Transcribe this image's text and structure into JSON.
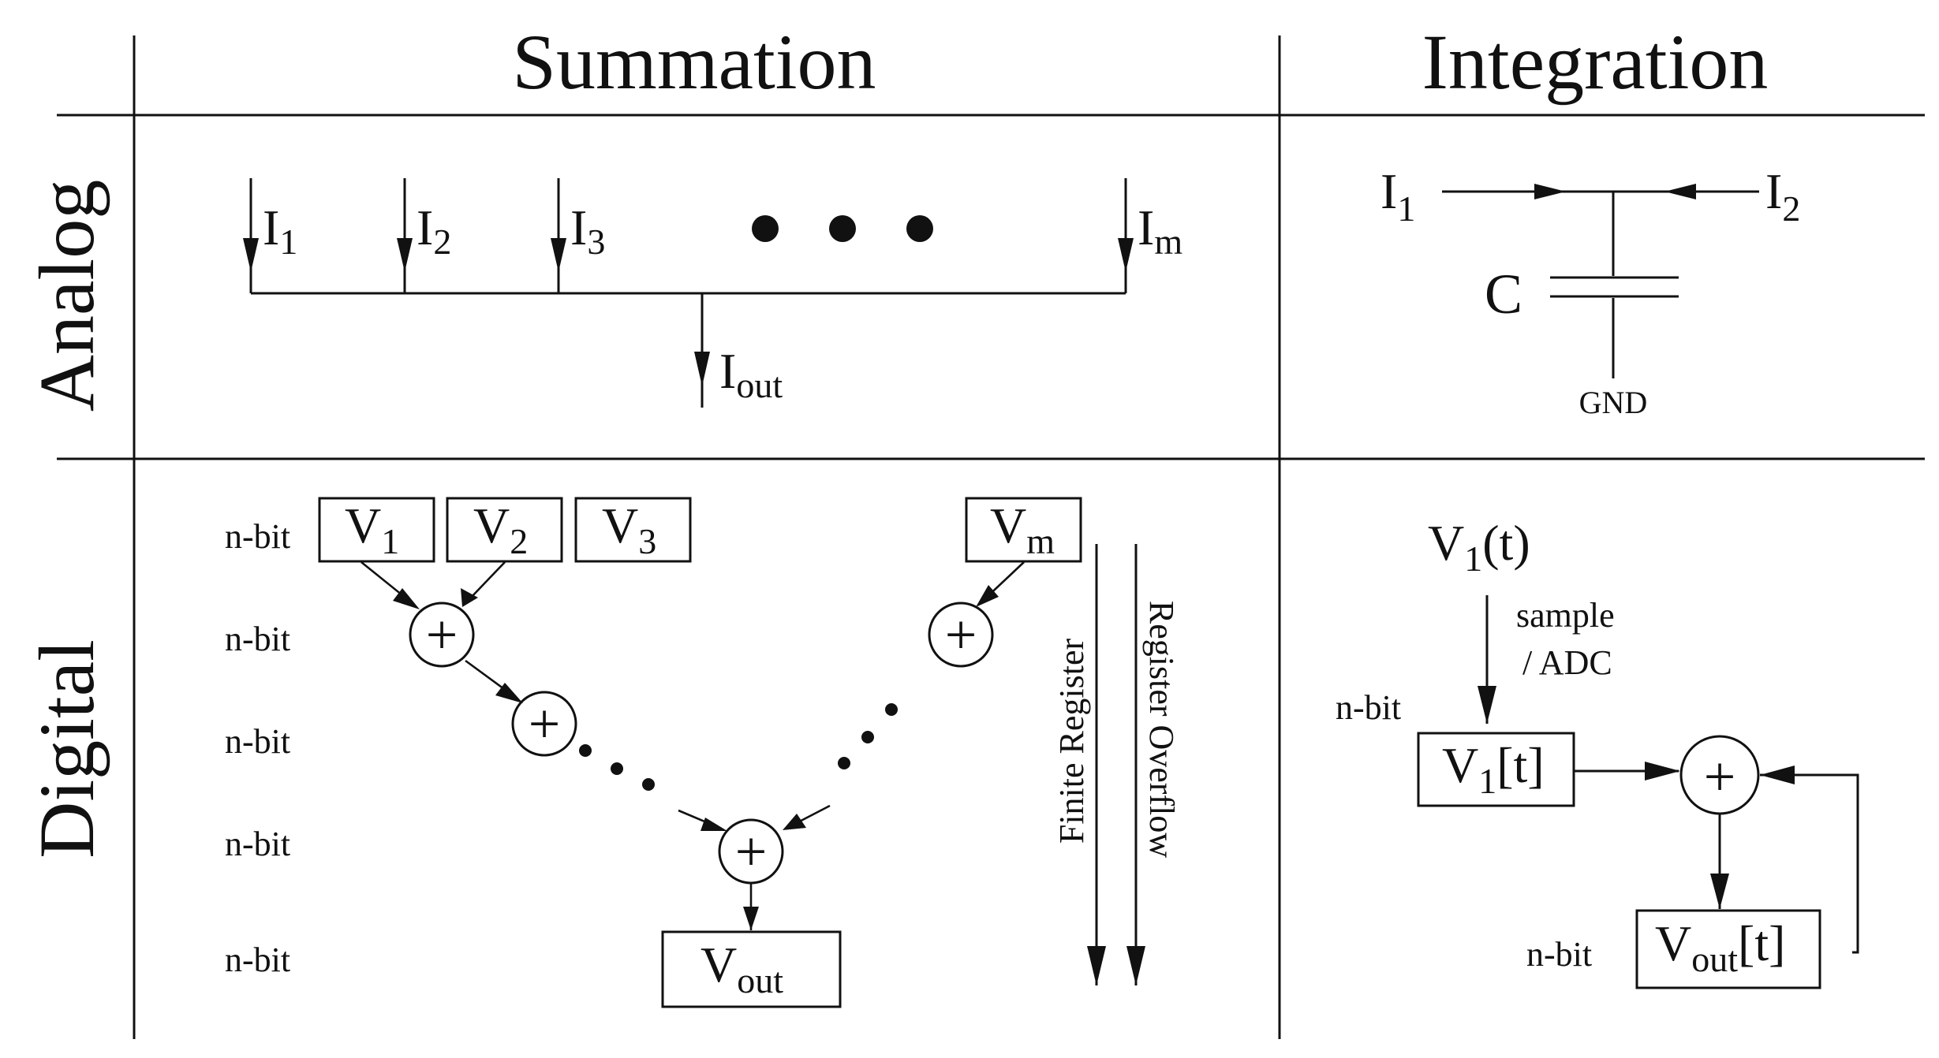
{
  "headers": {
    "summation": "Summation",
    "integration": "Integration",
    "analog": "Analog",
    "digital": "Digital"
  },
  "analog_summation": {
    "inputs": [
      {
        "base": "I",
        "sub": "1"
      },
      {
        "base": "I",
        "sub": "2"
      },
      {
        "base": "I",
        "sub": "3"
      },
      {
        "base": "I",
        "sub": "m"
      }
    ],
    "output": {
      "base": "I",
      "sub": "out"
    }
  },
  "analog_integration": {
    "input_left": {
      "base": "I",
      "sub": "1"
    },
    "input_right": {
      "base": "I",
      "sub": "2"
    },
    "capacitor": "C",
    "ground": "GND"
  },
  "digital_summation": {
    "bit_labels": [
      "n-bit",
      "n-bit",
      "n-bit",
      "n-bit",
      "n-bit"
    ],
    "registers": [
      {
        "base": "V",
        "sub": "1"
      },
      {
        "base": "V",
        "sub": "2"
      },
      {
        "base": "V",
        "sub": "3"
      },
      {
        "base": "V",
        "sub": "m"
      }
    ],
    "output": {
      "base": "V",
      "sub": "out"
    },
    "adder_symbol": "+",
    "finite_register": "Finite Register",
    "register_overflow": "Register Overflow"
  },
  "digital_integration": {
    "signal": {
      "base": "V",
      "sub": "1",
      "suffix": "(t)"
    },
    "sample_line1": "sample",
    "sample_line2": "/ ADC",
    "bit_top": "n-bit",
    "bit_bottom": "n-bit",
    "sampled": {
      "base": "V",
      "sub": "1",
      "suffix": "[t]"
    },
    "adder_symbol": "+",
    "accumulator": {
      "base": "V",
      "sub": "out",
      "suffix": "[t]"
    }
  }
}
